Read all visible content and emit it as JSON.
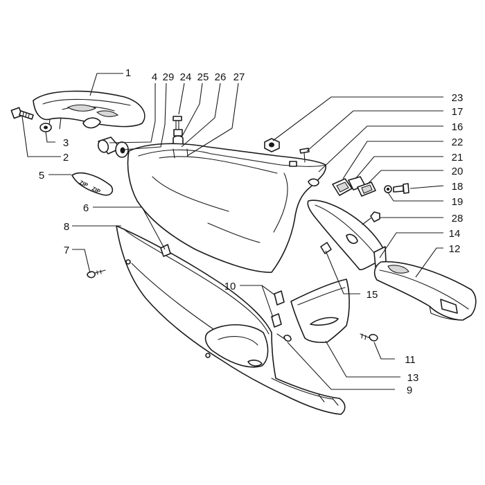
{
  "diagram": {
    "callouts": [
      {
        "id": "1",
        "text": "1"
      },
      {
        "id": "2",
        "text": "2"
      },
      {
        "id": "3",
        "text": "3"
      },
      {
        "id": "4",
        "text": "4"
      },
      {
        "id": "5",
        "text": "5"
      },
      {
        "id": "6",
        "text": "6"
      },
      {
        "id": "7",
        "text": "7"
      },
      {
        "id": "8",
        "text": "8"
      },
      {
        "id": "9",
        "text": "9"
      },
      {
        "id": "10",
        "text": "10"
      },
      {
        "id": "11",
        "text": "11"
      },
      {
        "id": "12",
        "text": "12"
      },
      {
        "id": "13",
        "text": "13"
      },
      {
        "id": "14",
        "text": "14"
      },
      {
        "id": "15",
        "text": "15"
      },
      {
        "id": "16",
        "text": "16"
      },
      {
        "id": "17",
        "text": "17"
      },
      {
        "id": "18",
        "text": "18"
      },
      {
        "id": "19",
        "text": "19"
      },
      {
        "id": "20",
        "text": "20"
      },
      {
        "id": "21",
        "text": "21"
      },
      {
        "id": "22",
        "text": "22"
      },
      {
        "id": "23",
        "text": "23"
      },
      {
        "id": "24",
        "text": "24"
      },
      {
        "id": "25",
        "text": "25"
      },
      {
        "id": "26",
        "text": "26"
      },
      {
        "id": "27",
        "text": "27"
      },
      {
        "id": "28",
        "text": "28"
      },
      {
        "id": "29",
        "text": "29"
      }
    ],
    "stamp_text": [
      "ZIP",
      "ZIP"
    ]
  }
}
